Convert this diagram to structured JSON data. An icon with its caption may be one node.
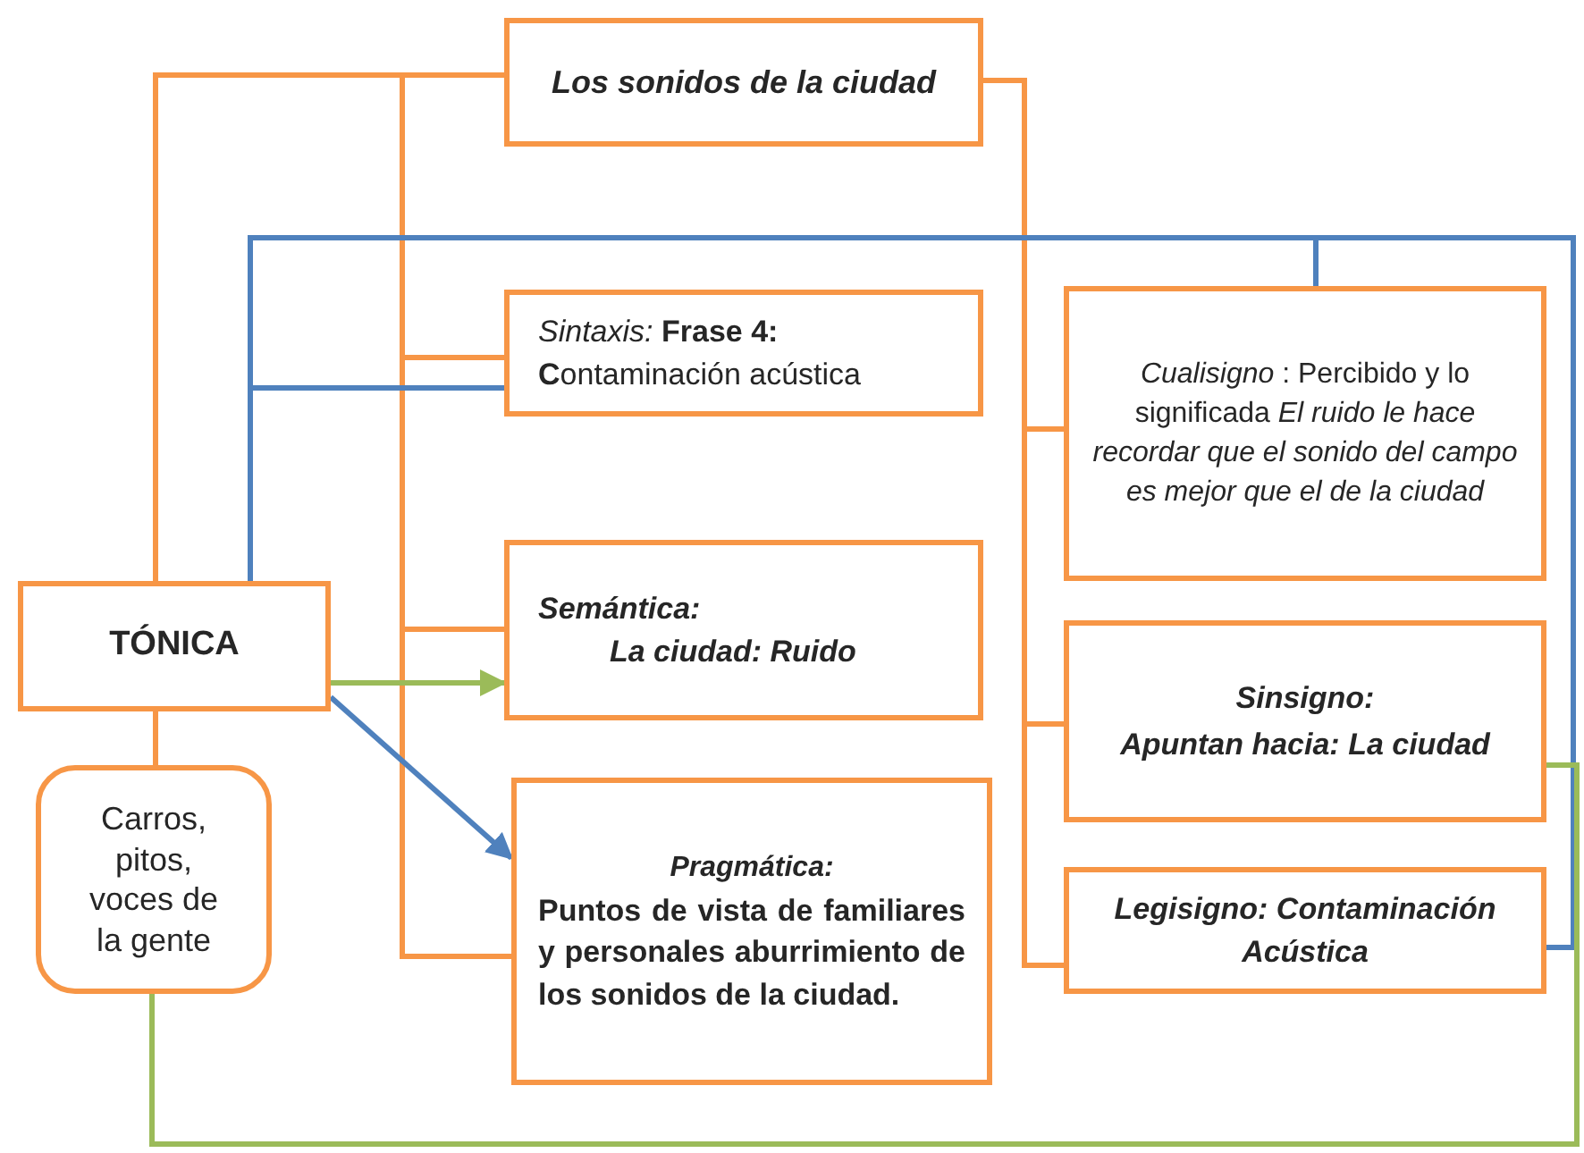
{
  "diagram": {
    "nodes": [
      {
        "text": [
          "Los  sonidos de la ciudad"
        ]
      },
      {
        "text": [
          "*Sintaxis:* **Frase 4:** **C**ontaminación acústica"
        ]
      },
      {
        "text": [
          "*Cualisigno* : Percibido y lo significada *El ruido le hace recordar que el sonido del campo es mejor que el de la ciudad*"
        ]
      },
      {
        "text": [
          "Semántica:",
          "La ciudad: Ruido"
        ]
      },
      {
        "text": [
          "TÓNICA"
        ]
      },
      {
        "text": [
          "Sinsigno:",
          "Apuntan hacia: La ciudad"
        ]
      },
      {
        "text": [
          "Pragmática:",
          "Puntos de vista de familiares y personales aburrimiento de los sonidos de la ciudad."
        ]
      },
      {
        "text": [
          "Legisigno: Contaminación Acústica"
        ]
      },
      {
        "text": [
          "Carros, pitos, voces de la gente"
        ]
      }
    ],
    "edges": [
      {
        "from": 4,
        "to": 0,
        "arrow": "none"
      },
      {
        "from": 0,
        "to": 1,
        "arrow": "none"
      },
      {
        "from": 0,
        "to": 3,
        "arrow": "none"
      },
      {
        "from": 0,
        "to": 6,
        "arrow": "none"
      },
      {
        "from": 0,
        "to": 2,
        "arrow": "none"
      },
      {
        "from": 0,
        "to": 5,
        "arrow": "none"
      },
      {
        "from": 0,
        "to": 7,
        "arrow": "none"
      },
      {
        "from": 4,
        "to": 8,
        "arrow": "none"
      },
      {
        "from": 4,
        "to": 1,
        "arrow": "none",
        "color": "#4f81bd"
      },
      {
        "from": 4,
        "to": 2,
        "arrow": "none",
        "color": "#4f81bd"
      },
      {
        "from": 4,
        "to": 7,
        "arrow": "none",
        "color": "#4f81bd"
      },
      {
        "from": 4,
        "to": 3,
        "arrow": "to",
        "color": "#9bbb59"
      },
      {
        "from": 4,
        "to": 6,
        "arrow": "to",
        "color": "#4f81bd"
      },
      {
        "from": 8,
        "to": 5,
        "arrow": "none",
        "color": "#9bbb59"
      }
    ]
  }
}
